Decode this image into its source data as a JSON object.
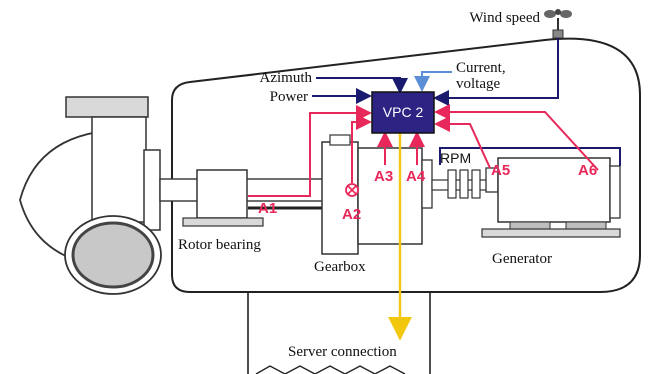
{
  "colors": {
    "signal_red": "#e8275a",
    "signal_navy": "#1a1a6e",
    "signal_blue": "#5b8ed6",
    "server_yellow": "#f2c80f",
    "controller_fill": "#2c2383",
    "housing_gray": "#d9d9d9",
    "outline": "#222222"
  },
  "controller": {
    "label": "VPC 2"
  },
  "inputs": {
    "azimuth": "Azimuth",
    "power": "Power",
    "current_voltage_line1": "Current,",
    "current_voltage_line2": "voltage",
    "wind_speed": "Wind speed"
  },
  "sensors": {
    "a1": "A1",
    "a2": "A2",
    "a3": "A3",
    "a4": "A4",
    "a5": "A5",
    "a6": "A6"
  },
  "components": {
    "rotor_bearing": "Rotor bearing",
    "gearbox": "Gearbox",
    "generator": "Generator",
    "rpm": "RPM"
  },
  "server": {
    "label": "Server connection"
  },
  "icons": {
    "anemometer": "anemometer-icon",
    "a2_sensor": "crossed-circle-icon"
  }
}
